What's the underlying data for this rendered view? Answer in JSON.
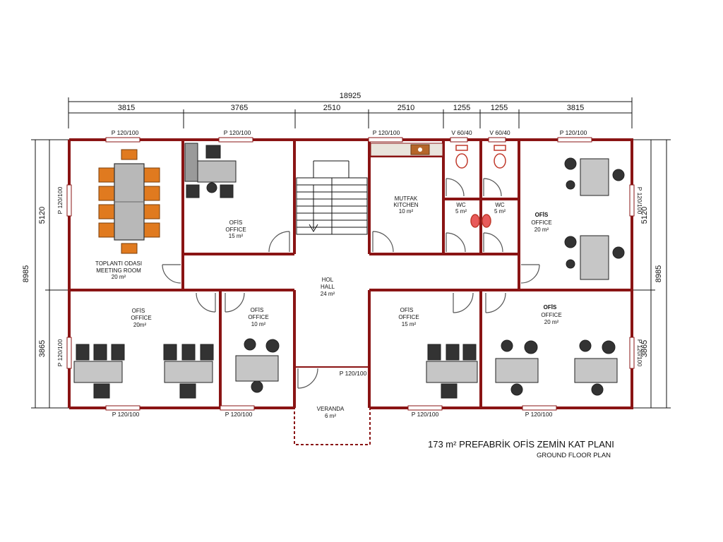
{
  "colors": {
    "wall": "#8a1414",
    "chair": "#e07a1f",
    "desk": "#b8b8b8",
    "dark": "#222222"
  },
  "dimensions": {
    "total": "18925",
    "segments": [
      "3815",
      "3765",
      "2510",
      "2510",
      "1255",
      "1255",
      "3815"
    ],
    "left": [
      "5120",
      "3865"
    ],
    "left_total": "8985",
    "right": [
      "5120",
      "3865"
    ],
    "right_total": "8985"
  },
  "windows": {
    "top": [
      "P 120/100",
      "P 120/100",
      "P 120/100",
      "V 60/40",
      "V 60/40",
      "P 120/100"
    ],
    "bottom": [
      "P 120/100",
      "P 120/100",
      "P 120/100",
      "P 120/100"
    ],
    "veranda": "P 120/100",
    "left": [
      "P 120/100",
      "P 120/100"
    ],
    "right": [
      "P 120/100",
      "P 120/100"
    ]
  },
  "rooms": {
    "meeting": {
      "tr": "TOPLANTI ODASI",
      "en": "MEETING ROOM",
      "area": "20 m²"
    },
    "office_top_left": {
      "tr": "OFİS",
      "en": "OFFICE",
      "area": "15 m²"
    },
    "kitchen": {
      "tr": "MUTFAK",
      "en": "KITCHEN",
      "area": "10 m²"
    },
    "wc1": {
      "tr": "WC",
      "area": "5 m²"
    },
    "wc2": {
      "tr": "WC",
      "area": "5 m²"
    },
    "office_top_right": {
      "tr": "OFİS",
      "en": "OFFICE",
      "area": "20 m²"
    },
    "hall": {
      "tr": "HOL",
      "en": "HALL",
      "area": "24 m²"
    },
    "office_bl": {
      "tr": "OFİS",
      "en": "OFFİCE",
      "area": "20m²"
    },
    "office_bm": {
      "tr": "OFİS",
      "en": "OFFICE",
      "area": "10 m²"
    },
    "office_br1": {
      "tr": "OFİS",
      "en": "OFFICE",
      "area": "15 m²"
    },
    "office_br2": {
      "tr": "OFİS",
      "en": "OFFICE",
      "area": "20 m²"
    },
    "veranda": {
      "tr": "VERANDA",
      "area": "6 m²"
    }
  },
  "title": {
    "main": "173 m² PREFABRİK OFİS ZEMİN KAT PLANI",
    "sub": "GROUND FLOOR PLAN"
  }
}
